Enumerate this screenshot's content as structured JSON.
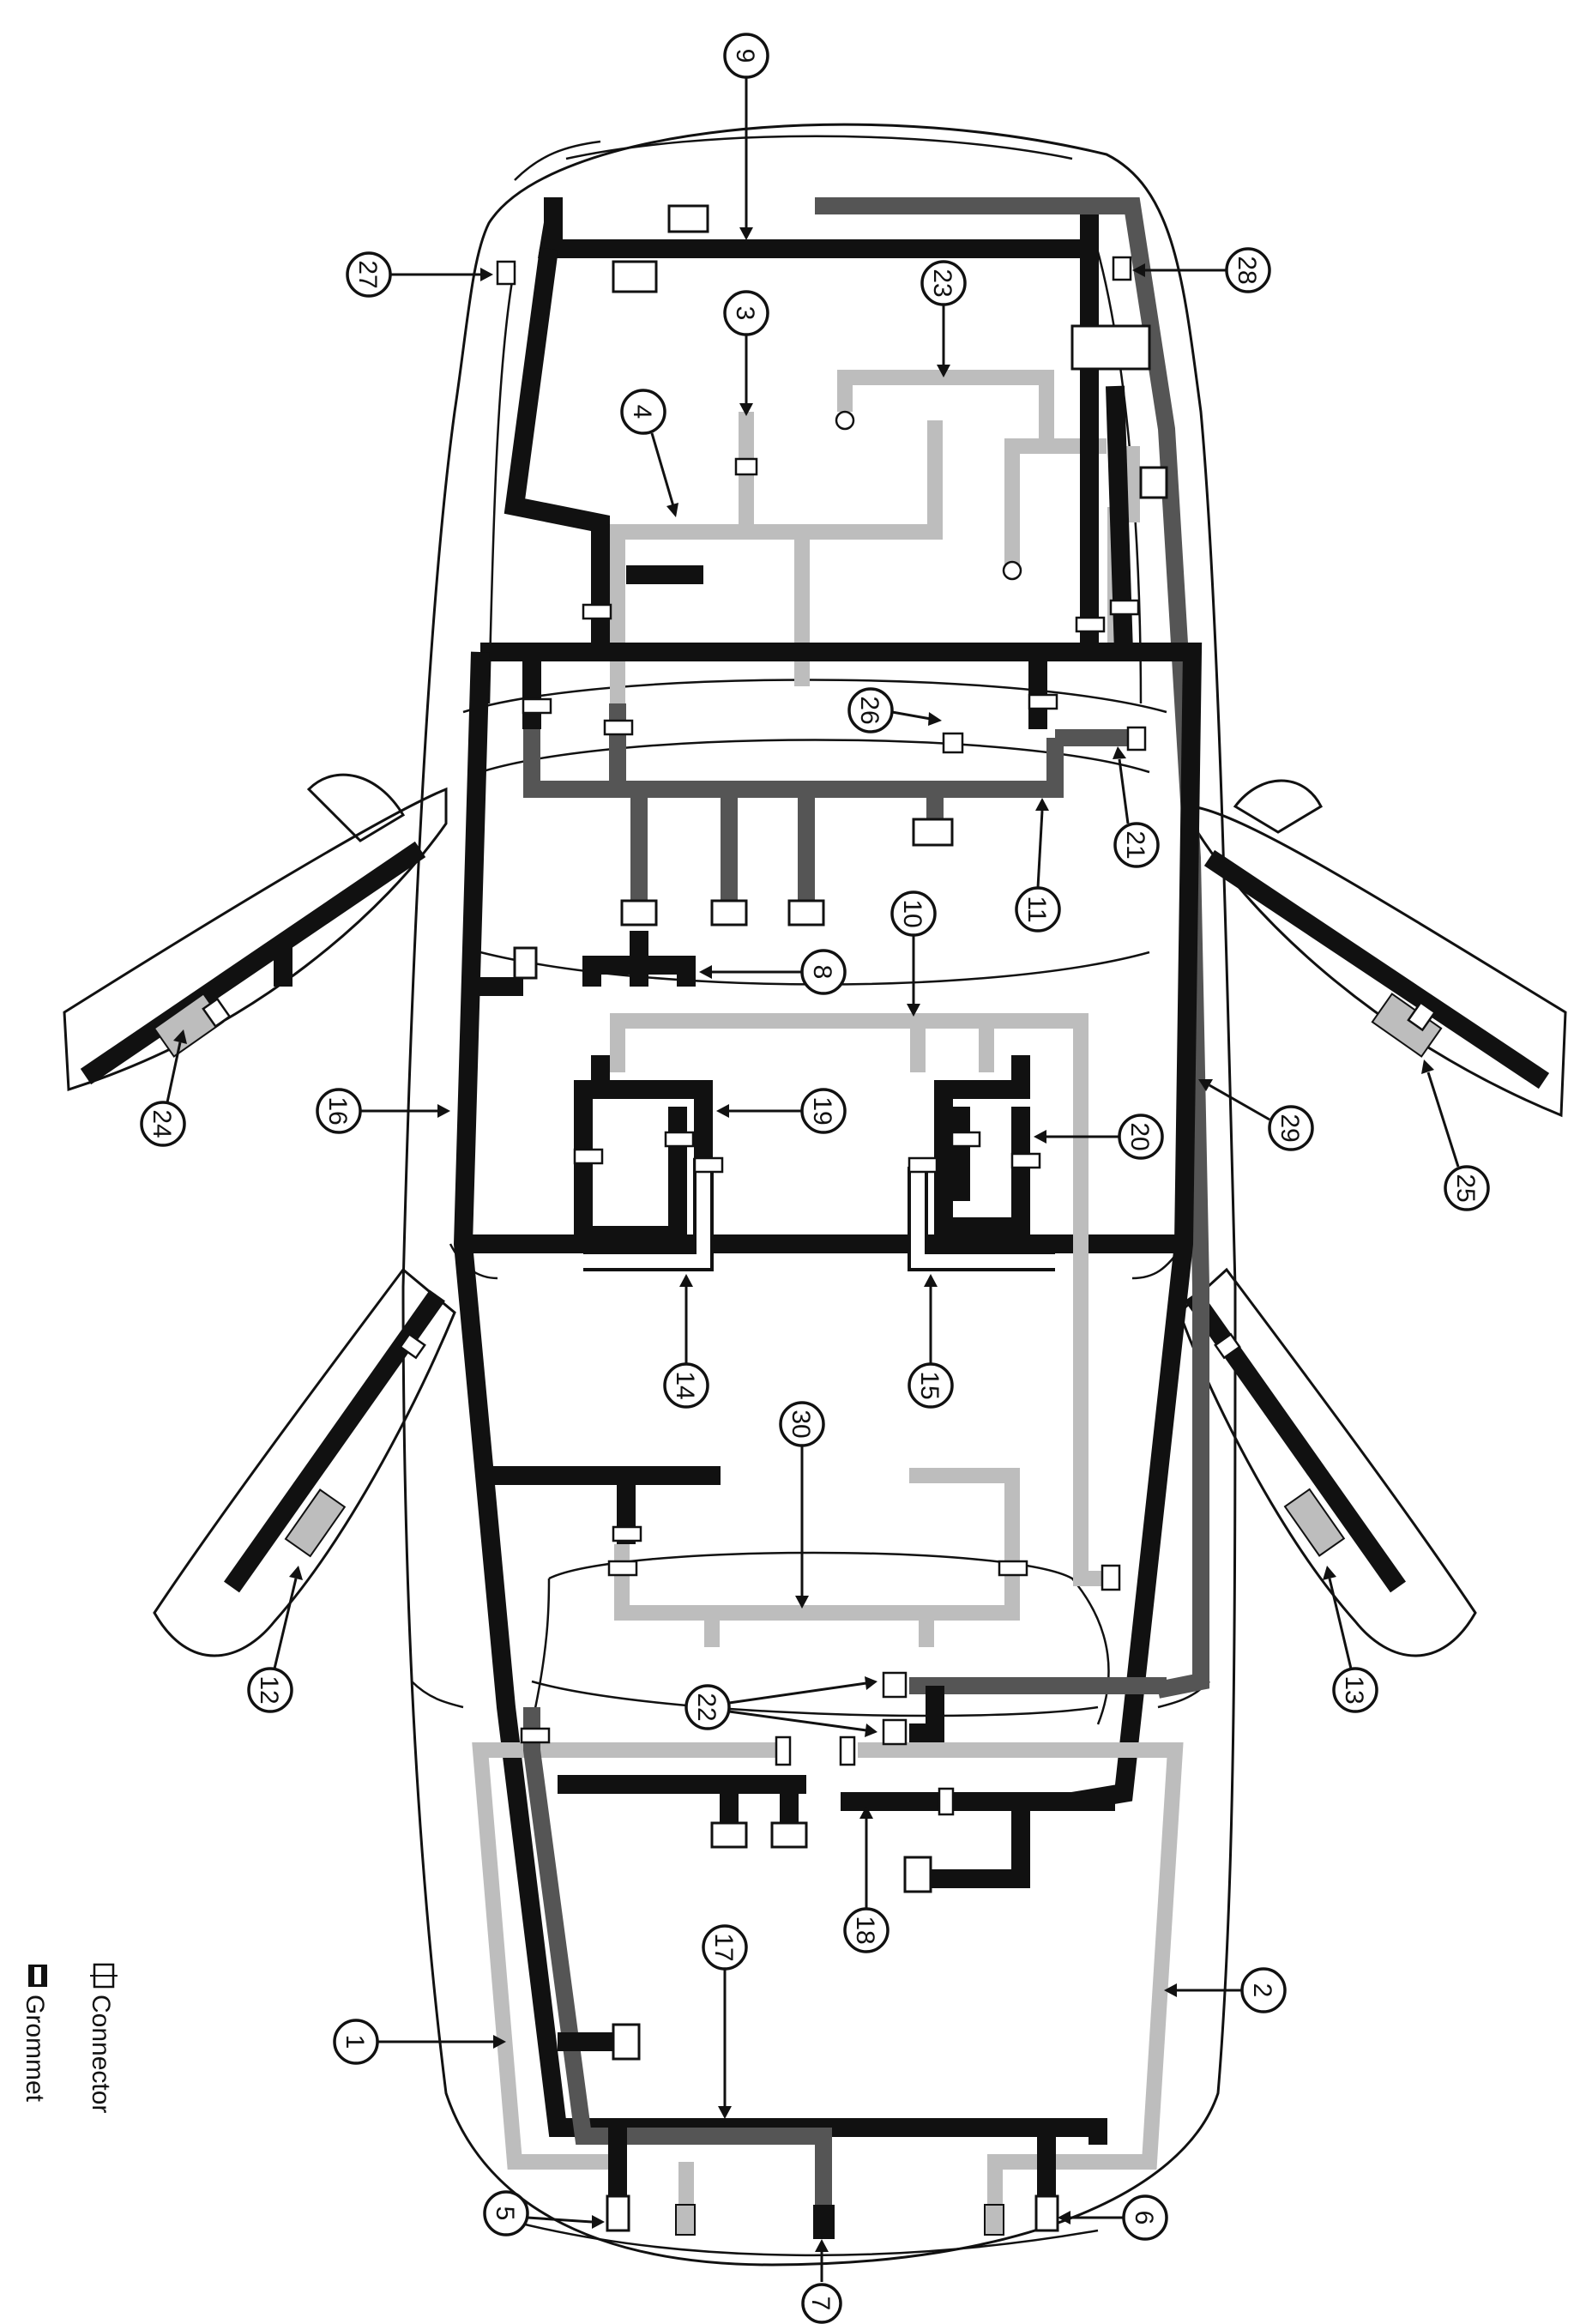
{
  "callouts": [
    "1",
    "2",
    "3",
    "4",
    "5",
    "6",
    "7",
    "8",
    "9",
    "10",
    "11",
    "12",
    "13",
    "14",
    "15",
    "16",
    "17",
    "18",
    "19",
    "20",
    "21",
    "22",
    "22",
    "23",
    "24",
    "25",
    "26",
    "27",
    "28",
    "29",
    "30"
  ],
  "legend": {
    "connector_label": "Connector",
    "grommet_label": "Grommet"
  },
  "colors": {
    "harness_black": "#111111",
    "harness_dark_gray": "#555555",
    "harness_light_gray": "#bdbdbd"
  }
}
